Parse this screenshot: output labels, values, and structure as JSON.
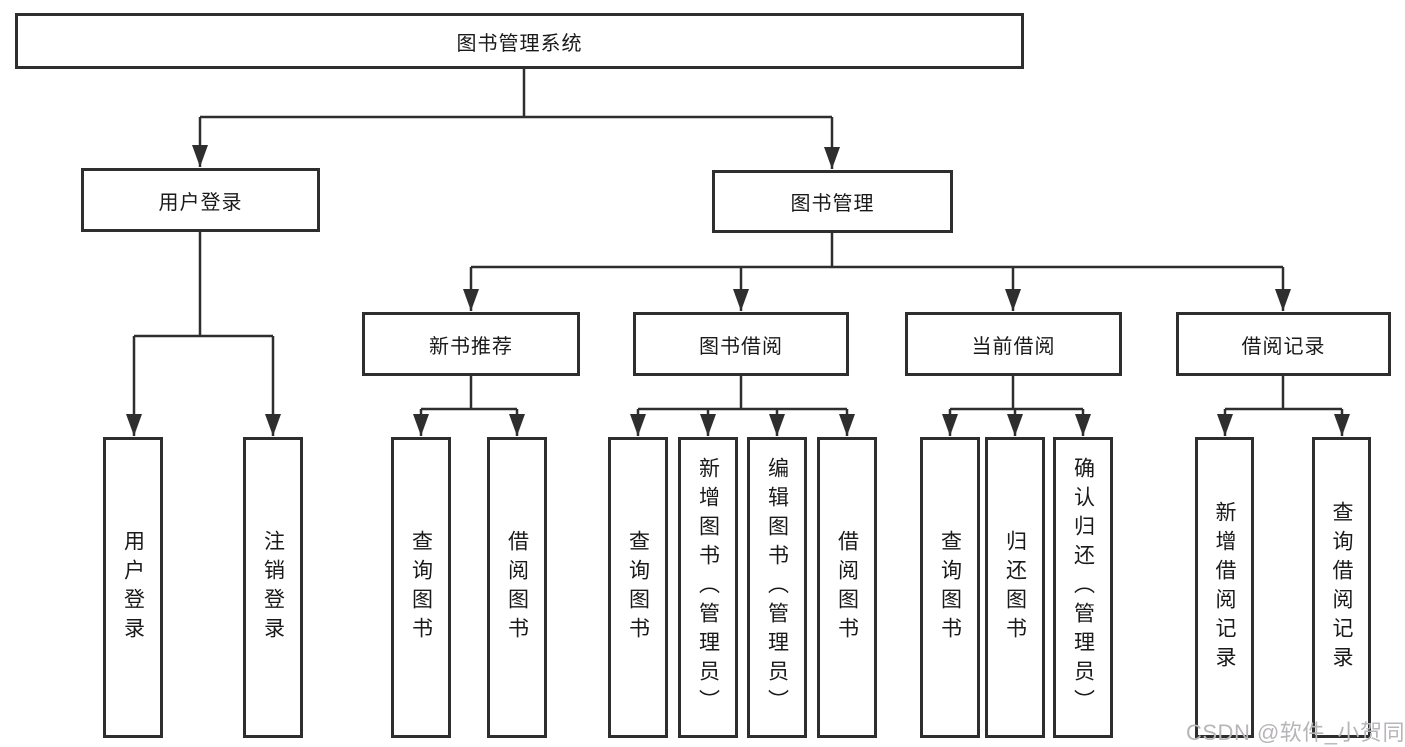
{
  "diagram": {
    "root": {
      "label": "图书管理系统"
    },
    "branches": [
      {
        "label": "用户登录",
        "children": [
          {
            "label": "用户登录"
          },
          {
            "label": "注销登录"
          }
        ]
      },
      {
        "label": "图书管理",
        "sections": [
          {
            "label": "新书推荐",
            "children": [
              {
                "label": "查询图书"
              },
              {
                "label": "借阅图书"
              }
            ]
          },
          {
            "label": "图书借阅",
            "children": [
              {
                "label": "查询图书"
              },
              {
                "label": "新增图书（管理员）"
              },
              {
                "label": "编辑图书（管理员）"
              },
              {
                "label": "借阅图书"
              }
            ]
          },
          {
            "label": "当前借阅",
            "children": [
              {
                "label": "查询图书"
              },
              {
                "label": "归还图书"
              },
              {
                "label": "确认归还（管理员）"
              }
            ]
          },
          {
            "label": "借阅记录",
            "children": [
              {
                "label": "新增借阅记录"
              },
              {
                "label": "查询借阅记录"
              }
            ]
          }
        ]
      }
    ]
  },
  "watermark": {
    "text": "CSDN @软件_小贺同学"
  },
  "colors": {
    "line": "#2e2e2e",
    "box_border": "#2e2e2e",
    "text": "#1a1a1a",
    "background": "#ffffff",
    "watermark": "#b7b5b8"
  }
}
